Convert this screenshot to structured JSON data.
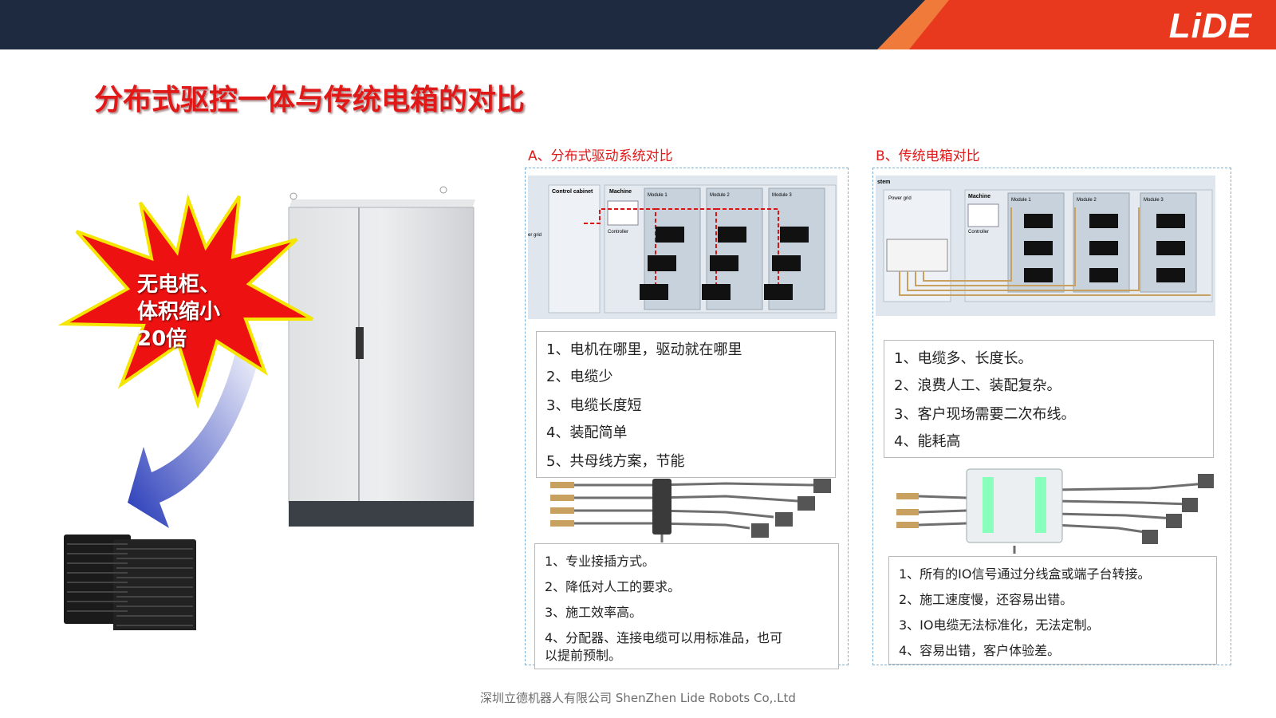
{
  "header": {
    "logo": "LiDE"
  },
  "title": "分布式驱控一体与传统电箱的对比",
  "burst": {
    "lines": [
      "无电柜、",
      "体积缩小",
      "20倍"
    ]
  },
  "panel_a": {
    "title": "A、分布式驱动系统对比",
    "diagram": {
      "control_cabinet": "Control cabinet",
      "machine": "Machine",
      "controller": "Controller",
      "power_grid": "er grid",
      "modules": [
        "Module 1",
        "Module 2",
        "Module 3"
      ]
    },
    "list1": [
      "1、电机在哪里，驱动就在哪里",
      "2、电缆少",
      "3、电缆长度短",
      "4、装配简单",
      "5、共母线方案，节能"
    ],
    "list2": [
      "1、专业接插方式。",
      "2、降低对人工的要求。",
      "3、施工效率高。",
      "4、分配器、连接电缆可以用标准品，也可",
      "以提前预制。"
    ]
  },
  "panel_b": {
    "title": "B、传统电箱对比",
    "diagram": {
      "system": "stem",
      "power_grid": "Power grid",
      "machine": "Machine",
      "controller": "Controller",
      "modules": [
        "Module 1",
        "Module 2",
        "Module 3"
      ]
    },
    "list1": [
      "1、电缆多、长度长。",
      "2、浪费人工、装配复杂。",
      "3、客户现场需要二次布线。",
      "4、能耗高"
    ],
    "list2": [
      "1、所有的IO信号通过分线盒或端子台转接。",
      "2、施工速度慢，还容易出错。",
      "3、IO电缆无法标准化，无法定制。",
      "4、容易出错，客户体验差。"
    ]
  },
  "footer": "深圳立德机器人有限公司   ShenZhen Lide Robots Co,.Ltd",
  "colors": {
    "header_bg": "#1e2a3f",
    "accent_red": "#e01818",
    "accent_orange": "#f05a28"
  }
}
